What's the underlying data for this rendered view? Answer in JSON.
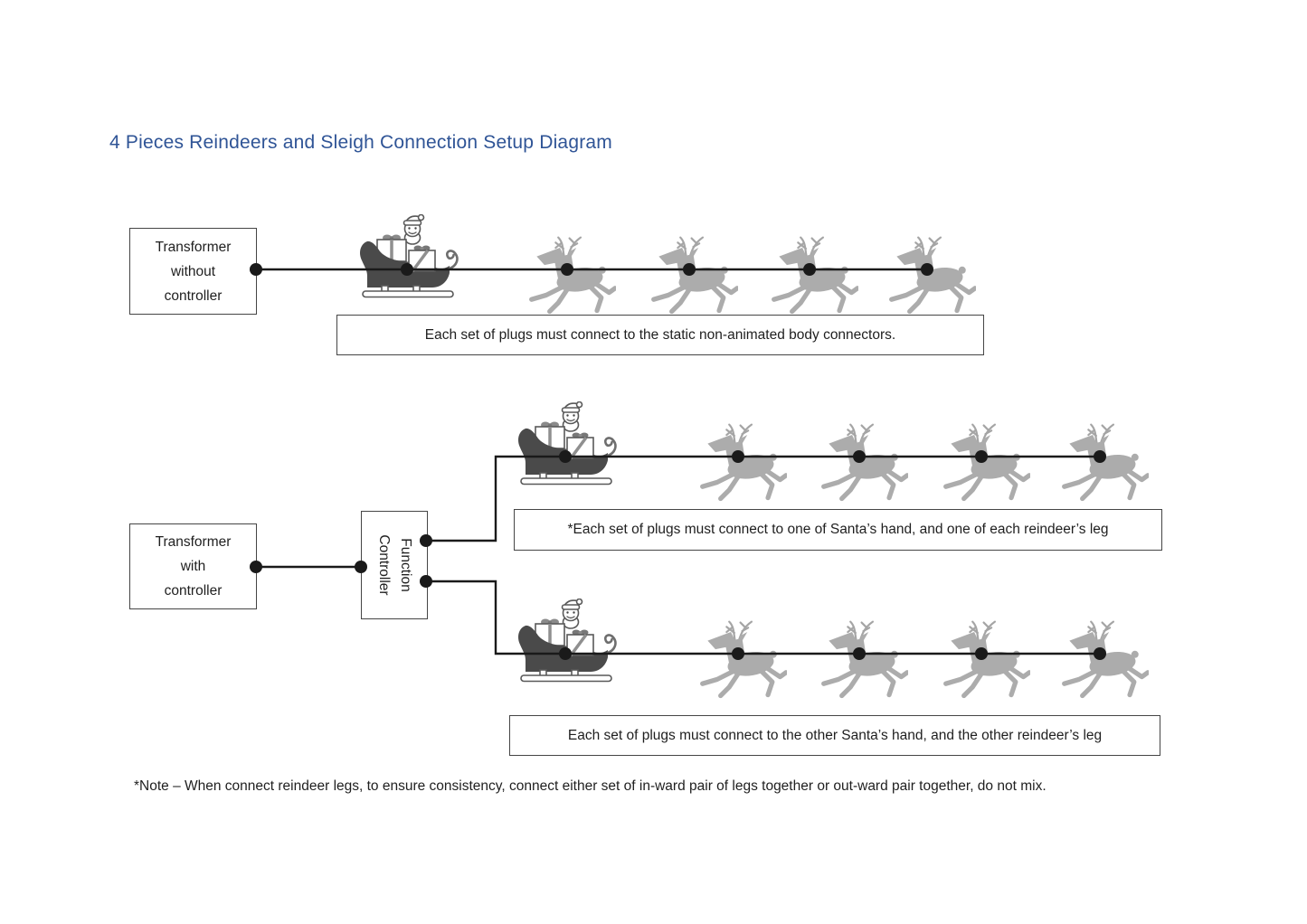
{
  "page": {
    "title": "4 Pieces Reindeers and Sleigh Connection Setup Diagram"
  },
  "nodes": {
    "transformer_without": {
      "lines": [
        "Transformer",
        "without",
        "controller"
      ]
    },
    "transformer_with": {
      "lines": [
        "Transformer",
        "with",
        "controller"
      ]
    },
    "function_controller": {
      "lines": [
        "Function",
        "Controller"
      ]
    }
  },
  "callouts": {
    "static_body": "Each set of plugs must connect to the static non-animated body connectors.",
    "channel_a": "*Each set of plugs must connect to one of Santa’s hand, and one of each reindeer’s leg",
    "channel_b": "Each set of plugs must connect to the other Santa’s hand, and the other reindeer’s leg"
  },
  "note": "*Note – When connect reindeer legs, to ensure consistency, connect either set of in-ward pair of legs together or out-ward pair together, do not mix.",
  "icons": {
    "sleigh": "santa-sleigh-icon",
    "reindeer": "reindeer-icon",
    "connector": "connector-dot"
  },
  "colors": {
    "title_blue": "#2F5496",
    "wire_black": "#1A1A1A",
    "box_border_gray": "#454545",
    "reindeer_gray": "#ACACAC",
    "antler_gray": "#A5A5A5",
    "sleigh_dark_gray": "#4A4A4A",
    "outline_gray": "#595959",
    "text_black": "#1F1F1F"
  }
}
